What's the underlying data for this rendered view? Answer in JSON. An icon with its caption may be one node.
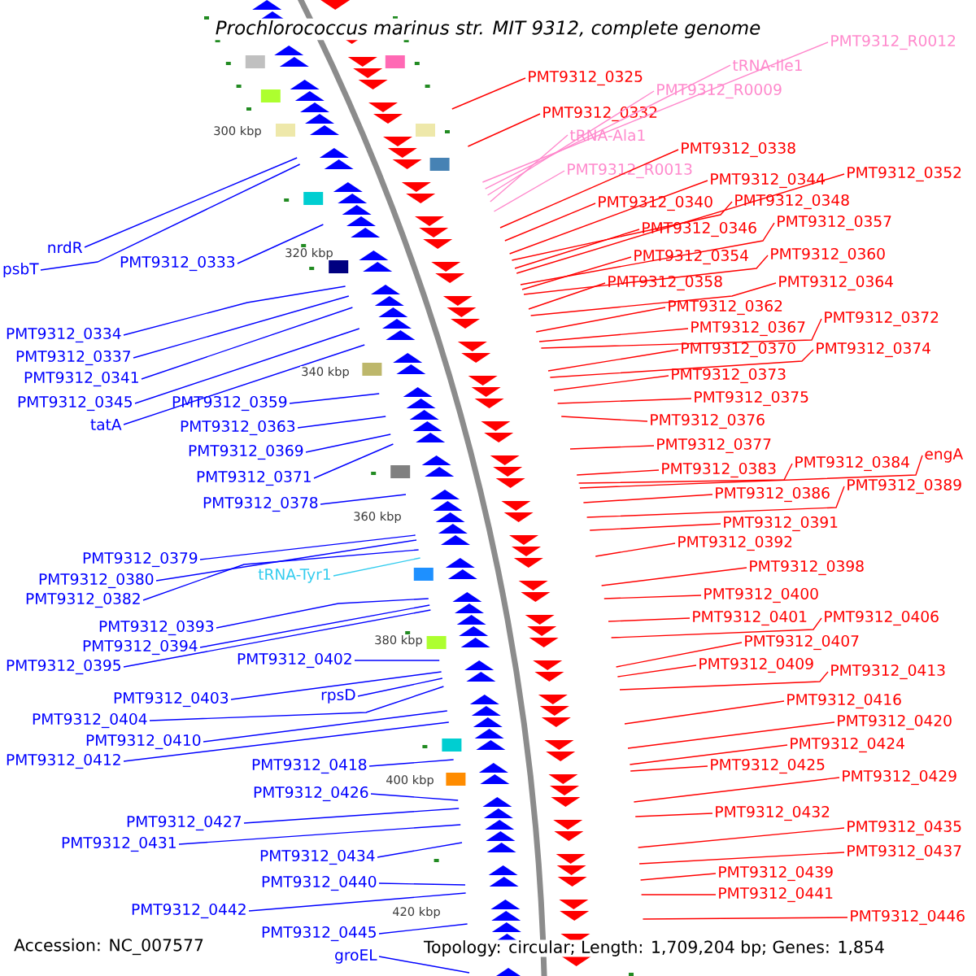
{
  "diagram": {
    "title": "Prochlorococcus marinus str. MIT 9312, complete genome",
    "nodes": [
      {
        "text": [
          "nrdR"
        ]
      },
      {
        "text": [
          "psbT"
        ]
      },
      {
        "text": [
          "PMT9312_0333"
        ]
      },
      {
        "text": [
          "PMT9312_0334"
        ]
      },
      {
        "text": [
          "PMT9312_0337"
        ]
      },
      {
        "text": [
          "PMT9312_0341"
        ]
      },
      {
        "text": [
          "PMT9312_0345"
        ]
      },
      {
        "text": [
          "tatA"
        ]
      },
      {
        "text": [
          "PMT9312_0359"
        ]
      },
      {
        "text": [
          "PMT9312_0363"
        ]
      },
      {
        "text": [
          "PMT9312_0369"
        ]
      },
      {
        "text": [
          "PMT9312_0371"
        ]
      },
      {
        "text": [
          "PMT9312_0378"
        ]
      },
      {
        "text": [
          "PMT9312_0379"
        ]
      },
      {
        "text": [
          "PMT9312_0380"
        ]
      },
      {
        "text": [
          "tRNA-Tyr1"
        ]
      },
      {
        "text": [
          "PMT9312_0382"
        ]
      },
      {
        "text": [
          "PMT9312_0393"
        ]
      },
      {
        "text": [
          "PMT9312_0394"
        ]
      },
      {
        "text": [
          "PMT9312_0395"
        ]
      },
      {
        "text": [
          "PMT9312_0402"
        ]
      },
      {
        "text": [
          "PMT9312_0403"
        ]
      },
      {
        "text": [
          "rpsD"
        ]
      },
      {
        "text": [
          "PMT9312_0404"
        ]
      },
      {
        "text": [
          "PMT9312_0410"
        ]
      },
      {
        "text": [
          "PMT9312_0412"
        ]
      },
      {
        "text": [
          "PMT9312_0418"
        ]
      },
      {
        "text": [
          "PMT9312_0426"
        ]
      },
      {
        "text": [
          "PMT9312_0427"
        ]
      },
      {
        "text": [
          "PMT9312_0431"
        ]
      },
      {
        "text": [
          "PMT9312_0434"
        ]
      },
      {
        "text": [
          "PMT9312_0440"
        ]
      },
      {
        "text": [
          "PMT9312_0442"
        ]
      },
      {
        "text": [
          "PMT9312_0445"
        ]
      },
      {
        "text": [
          "groEL"
        ]
      },
      {
        "text": [
          "PMT9312_R0012"
        ]
      },
      {
        "text": [
          "tRNA-Ile1"
        ]
      },
      {
        "text": [
          "PMT9312_0325"
        ]
      },
      {
        "text": [
          "PMT9312_R0009"
        ]
      },
      {
        "text": [
          "PMT9312_0332"
        ]
      },
      {
        "text": [
          "tRNA-Ala1"
        ]
      },
      {
        "text": [
          "PMT9312_0338"
        ]
      },
      {
        "text": [
          "PMT9312_R0013"
        ]
      },
      {
        "text": [
          "PMT9312_0352"
        ]
      },
      {
        "text": [
          "PMT9312_0344"
        ]
      },
      {
        "text": [
          "PMT9312_0348"
        ]
      },
      {
        "text": [
          "PMT9312_0340"
        ]
      },
      {
        "text": [
          "PMT9312_0357"
        ]
      },
      {
        "text": [
          "PMT9312_0346"
        ]
      },
      {
        "text": [
          "PMT9312_0360"
        ]
      },
      {
        "text": [
          "PMT9312_0354"
        ]
      },
      {
        "text": [
          "PMT9312_0364"
        ]
      },
      {
        "text": [
          "PMT9312_0358"
        ]
      },
      {
        "text": [
          "PMT9312_0362"
        ]
      },
      {
        "text": [
          "PMT9312_0372"
        ]
      },
      {
        "text": [
          "PMT9312_0367"
        ]
      },
      {
        "text": [
          "PMT9312_0374"
        ]
      },
      {
        "text": [
          "PMT9312_0370"
        ]
      },
      {
        "text": [
          "PMT9312_0373"
        ]
      },
      {
        "text": [
          "PMT9312_0375"
        ]
      },
      {
        "text": [
          "PMT9312_0376"
        ]
      },
      {
        "text": [
          "PMT9312_0377"
        ]
      },
      {
        "text": [
          "engA"
        ]
      },
      {
        "text": [
          "PMT9312_0384"
        ]
      },
      {
        "text": [
          "PMT9312_0383"
        ]
      },
      {
        "text": [
          "PMT9312_0389"
        ]
      },
      {
        "text": [
          "PMT9312_0386"
        ]
      },
      {
        "text": [
          "PMT9312_0391"
        ]
      },
      {
        "text": [
          "PMT9312_0392"
        ]
      },
      {
        "text": [
          "PMT9312_0398"
        ]
      },
      {
        "text": [
          "PMT9312_0400"
        ]
      },
      {
        "text": [
          "PMT9312_0401"
        ]
      },
      {
        "text": [
          "PMT9312_0406"
        ]
      },
      {
        "text": [
          "PMT9312_0407"
        ]
      },
      {
        "text": [
          "PMT9312_0409"
        ]
      },
      {
        "text": [
          "PMT9312_0413"
        ]
      },
      {
        "text": [
          "PMT9312_0416"
        ]
      },
      {
        "text": [
          "PMT9312_0420"
        ]
      },
      {
        "text": [
          "PMT9312_0424"
        ]
      },
      {
        "text": [
          "PMT9312_0425"
        ]
      },
      {
        "text": [
          "PMT9312_0429"
        ]
      },
      {
        "text": [
          "PMT9312_0432"
        ]
      },
      {
        "text": [
          "PMT9312_0435"
        ]
      },
      {
        "text": [
          "PMT9312_0437"
        ]
      },
      {
        "text": [
          "PMT9312_0439"
        ]
      },
      {
        "text": [
          "PMT9312_0441"
        ]
      },
      {
        "text": [
          "PMT9312_0446"
        ]
      }
    ],
    "edges": [
      {
        "from": 0,
        "to": null,
        "arrow": "none",
        "color": "#0000ff"
      },
      {
        "from": 1,
        "to": null,
        "arrow": "none",
        "color": "#0000ff"
      },
      {
        "from": 2,
        "to": null,
        "arrow": "none",
        "color": "#0000ff"
      },
      {
        "from": 3,
        "to": null,
        "arrow": "none",
        "color": "#0000ff"
      },
      {
        "from": 4,
        "to": null,
        "arrow": "none",
        "color": "#0000ff"
      },
      {
        "from": 5,
        "to": null,
        "arrow": "none",
        "color": "#0000ff"
      },
      {
        "from": 6,
        "to": null,
        "arrow": "none",
        "color": "#0000ff"
      },
      {
        "from": 7,
        "to": null,
        "arrow": "none",
        "color": "#0000ff"
      },
      {
        "from": 8,
        "to": null,
        "arrow": "none",
        "color": "#0000ff"
      },
      {
        "from": 9,
        "to": null,
        "arrow": "none",
        "color": "#0000ff"
      },
      {
        "from": 10,
        "to": null,
        "arrow": "none",
        "color": "#0000ff"
      },
      {
        "from": 11,
        "to": null,
        "arrow": "none",
        "color": "#0000ff"
      },
      {
        "from": 12,
        "to": null,
        "arrow": "none",
        "color": "#0000ff"
      },
      {
        "from": 13,
        "to": null,
        "arrow": "none",
        "color": "#0000ff"
      },
      {
        "from": 14,
        "to": null,
        "arrow": "none",
        "color": "#0000ff"
      },
      {
        "from": 15,
        "to": null,
        "arrow": "none",
        "color": "#33ccee"
      },
      {
        "from": 16,
        "to": null,
        "arrow": "none",
        "color": "#0000ff"
      },
      {
        "from": 17,
        "to": null,
        "arrow": "none",
        "color": "#0000ff"
      },
      {
        "from": 18,
        "to": null,
        "arrow": "none",
        "color": "#0000ff"
      },
      {
        "from": 19,
        "to": null,
        "arrow": "none",
        "color": "#0000ff"
      },
      {
        "from": 20,
        "to": null,
        "arrow": "none",
        "color": "#0000ff"
      },
      {
        "from": 21,
        "to": null,
        "arrow": "none",
        "color": "#0000ff"
      },
      {
        "from": 22,
        "to": null,
        "arrow": "none",
        "color": "#0000ff"
      },
      {
        "from": 23,
        "to": null,
        "arrow": "none",
        "color": "#0000ff"
      },
      {
        "from": 24,
        "to": null,
        "arrow": "none",
        "color": "#0000ff"
      },
      {
        "from": 25,
        "to": null,
        "arrow": "none",
        "color": "#0000ff"
      },
      {
        "from": 26,
        "to": null,
        "arrow": "none",
        "color": "#0000ff"
      },
      {
        "from": 27,
        "to": null,
        "arrow": "none",
        "color": "#0000ff"
      },
      {
        "from": 28,
        "to": null,
        "arrow": "none",
        "color": "#0000ff"
      },
      {
        "from": 29,
        "to": null,
        "arrow": "none",
        "color": "#0000ff"
      },
      {
        "from": 30,
        "to": null,
        "arrow": "none",
        "color": "#0000ff"
      },
      {
        "from": 31,
        "to": null,
        "arrow": "none",
        "color": "#0000ff"
      },
      {
        "from": 32,
        "to": null,
        "arrow": "none",
        "color": "#0000ff"
      },
      {
        "from": 33,
        "to": null,
        "arrow": "none",
        "color": "#0000ff"
      },
      {
        "from": 34,
        "to": null,
        "arrow": "none",
        "color": "#0000ff"
      },
      {
        "from": 35,
        "to": null,
        "arrow": "none",
        "color": "#ff88cc"
      },
      {
        "from": 36,
        "to": null,
        "arrow": "none",
        "color": "#ff88cc"
      },
      {
        "from": 37,
        "to": null,
        "arrow": "none"
      },
      {
        "from": 38,
        "to": null,
        "arrow": "none",
        "color": "#ff88cc"
      },
      {
        "from": 39,
        "to": null,
        "arrow": "none"
      },
      {
        "from": 40,
        "to": null,
        "arrow": "none",
        "color": "#ff88cc"
      },
      {
        "from": 41,
        "to": null,
        "arrow": "none"
      },
      {
        "from": 42,
        "to": null,
        "arrow": "none",
        "color": "#ff88cc"
      },
      {
        "from": 43,
        "to": null,
        "arrow": "none"
      },
      {
        "from": 44,
        "to": null,
        "arrow": "none"
      },
      {
        "from": 45,
        "to": null,
        "arrow": "none"
      },
      {
        "from": 46,
        "to": null,
        "arrow": "none"
      },
      {
        "from": 47,
        "to": null,
        "arrow": "none"
      },
      {
        "from": 48,
        "to": null,
        "arrow": "none"
      },
      {
        "from": 49,
        "to": null,
        "arrow": "none"
      },
      {
        "from": 50,
        "to": null,
        "arrow": "none"
      },
      {
        "from": 51,
        "to": null,
        "arrow": "none"
      },
      {
        "from": 52,
        "to": null,
        "arrow": "none"
      },
      {
        "from": 53,
        "to": null,
        "arrow": "none"
      },
      {
        "from": 54,
        "to": null,
        "arrow": "none"
      },
      {
        "from": 55,
        "to": null,
        "arrow": "none"
      },
      {
        "from": 56,
        "to": null,
        "arrow": "none"
      },
      {
        "from": 57,
        "to": null,
        "arrow": "none"
      },
      {
        "from": 58,
        "to": null,
        "arrow": "none"
      },
      {
        "from": 59,
        "to": null,
        "arrow": "none"
      },
      {
        "from": 60,
        "to": null,
        "arrow": "none"
      },
      {
        "from": 61,
        "to": null,
        "arrow": "none"
      },
      {
        "from": 62,
        "to": null,
        "arrow": "none"
      },
      {
        "from": 63,
        "to": null,
        "arrow": "none"
      },
      {
        "from": 64,
        "to": null,
        "arrow": "none"
      },
      {
        "from": 65,
        "to": null,
        "arrow": "none"
      },
      {
        "from": 66,
        "to": null,
        "arrow": "none"
      },
      {
        "from": 67,
        "to": null,
        "arrow": "none"
      },
      {
        "from": 68,
        "to": null,
        "arrow": "none"
      },
      {
        "from": 69,
        "to": null,
        "arrow": "none"
      },
      {
        "from": 70,
        "to": null,
        "arrow": "none"
      },
      {
        "from": 71,
        "to": null,
        "arrow": "none"
      },
      {
        "from": 72,
        "to": null,
        "arrow": "none"
      },
      {
        "from": 73,
        "to": null,
        "arrow": "none"
      },
      {
        "from": 74,
        "to": null,
        "arrow": "none"
      },
      {
        "from": 75,
        "to": null,
        "arrow": "none"
      },
      {
        "from": 76,
        "to": null,
        "arrow": "none"
      },
      {
        "from": 77,
        "to": null,
        "arrow": "none"
      },
      {
        "from": 78,
        "to": null,
        "arrow": "none"
      },
      {
        "from": 79,
        "to": null,
        "arrow": "none"
      },
      {
        "from": 80,
        "to": null,
        "arrow": "none"
      },
      {
        "from": 81,
        "to": null,
        "arrow": "none"
      },
      {
        "from": 82,
        "to": null,
        "arrow": "none"
      },
      {
        "from": 83,
        "to": null,
        "arrow": "none"
      },
      {
        "from": 84,
        "to": null,
        "arrow": "none"
      },
      {
        "from": 85,
        "to": null,
        "arrow": "none"
      },
      {
        "from": 86,
        "to": null,
        "arrow": "none"
      }
    ],
    "labels": [
      "300 kbp",
      "320 kbp",
      "340 kbp",
      "360 kbp",
      "380 kbp",
      "400 kbp",
      "420 kbp",
      "Accession: NC_007577",
      "Topology: circular; Length: 1,709,204 bp; Genes: 1,854"
    ]
  }
}
